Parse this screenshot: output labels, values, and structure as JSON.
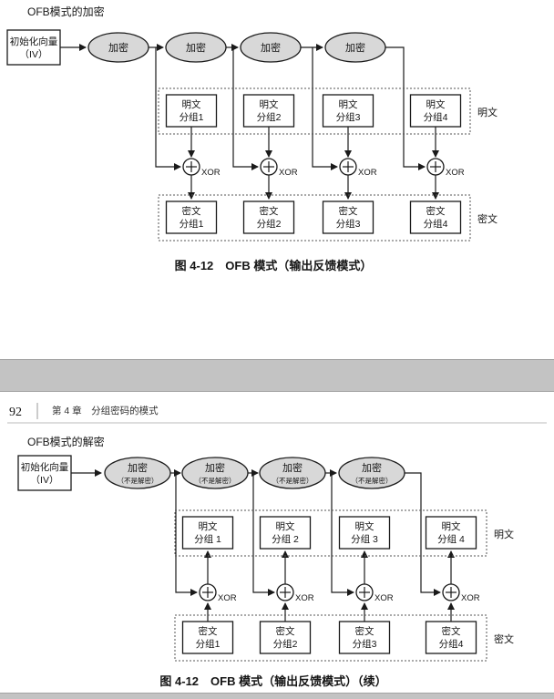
{
  "colors": {
    "node_fill": "#d8d8d8",
    "page_gap": "#c3c3c3"
  },
  "encryption": {
    "title": "OFB模式的加密",
    "iv_line1": "初始化向量",
    "iv_line2": "（IV）",
    "encrypt_nodes": [
      "加密",
      "加密",
      "加密",
      "加密"
    ],
    "xor_label": "XOR",
    "plain_blocks": [
      {
        "line1": "明文",
        "line2": "分组1"
      },
      {
        "line1": "明文",
        "line2": "分组2"
      },
      {
        "line1": "明文",
        "line2": "分组3"
      },
      {
        "line1": "明文",
        "line2": "分组4"
      }
    ],
    "cipher_blocks": [
      {
        "line1": "密文",
        "line2": "分组1"
      },
      {
        "line1": "密文",
        "line2": "分组2"
      },
      {
        "line1": "密文",
        "line2": "分组3"
      },
      {
        "line1": "密文",
        "line2": "分组4"
      }
    ],
    "plain_side_label": "明文",
    "cipher_side_label": "密文",
    "caption": "图 4-12　OFB 模式（输出反馈模式）"
  },
  "page_header": {
    "page_number": "92",
    "chapter_title": "第 4 章　分组密码的模式"
  },
  "decryption": {
    "title": "OFB模式的解密",
    "iv_line1": "初始化向量",
    "iv_line2": "（IV）",
    "encrypt_node_line1": "加密",
    "encrypt_node_line2": "（不是解密）",
    "xor_label": "XOR",
    "plain_blocks": [
      {
        "line1": "明文",
        "line2": "分组 1"
      },
      {
        "line1": "明文",
        "line2": "分组 2"
      },
      {
        "line1": "明文",
        "line2": "分组 3"
      },
      {
        "line1": "明文",
        "line2": "分组 4"
      }
    ],
    "cipher_blocks": [
      {
        "line1": "密文",
        "line2": "分组1"
      },
      {
        "line1": "密文",
        "line2": "分组2"
      },
      {
        "line1": "密文",
        "line2": "分组3"
      },
      {
        "line1": "密文",
        "line2": "分组4"
      }
    ],
    "plain_side_label": "明文",
    "cipher_side_label": "密文",
    "caption": "图 4-12　OFB 模式（输出反馈模式）（续）"
  }
}
